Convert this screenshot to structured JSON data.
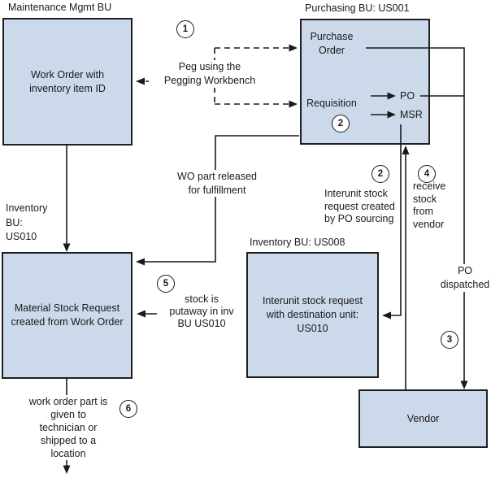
{
  "colors": {
    "background": "#ffffff",
    "box_fill": "#ccd9ea",
    "box_border": "#1f1f1f",
    "line": "#1a1a1a",
    "step_circle_fill": "#ffffff",
    "text": "#1a1a1a"
  },
  "labels": {
    "maintenance_bu": "Maintenance Mgmt BU",
    "purchasing_bu": "Purchasing BU: US001",
    "inventory_bu_us008": "Inventory BU: US008",
    "inventory_bu_us010": [
      "Inventory",
      "BU:",
      "US010"
    ]
  },
  "nodes": {
    "work_order": [
      "Work Order with",
      "inventory item ID"
    ],
    "material_stock_request": [
      "Material Stock Request",
      "created from Work Order"
    ],
    "interunit_stock_request": [
      "Interunit stock request",
      "with destination unit:",
      "US010"
    ],
    "vendor": "Vendor",
    "purchase_order": [
      "Purchase",
      "Order"
    ],
    "requisition": "Requisition",
    "po": "PO",
    "msr": "MSR"
  },
  "steps": {
    "step1": "1",
    "step2_requisition": "2",
    "step2_interunit": "2",
    "step3": "3",
    "step4": "4",
    "step5": "5",
    "step6": "6"
  },
  "annotations": {
    "peg": [
      "Peg using the",
      "Pegging Workbench"
    ],
    "wo_released": [
      "WO part released",
      "for fulfillment"
    ],
    "interunit_created": [
      "Interunit stock",
      "request created",
      "by PO sourcing"
    ],
    "receive_stock": [
      "receive",
      "stock",
      "from",
      "vendor"
    ],
    "po_dispatched": [
      "PO",
      "dispatched"
    ],
    "putaway": [
      "stock is",
      "putaway in inv",
      "BU US010"
    ],
    "work_order_part": [
      "work order part is",
      "given to",
      "technician or",
      "shipped to a",
      "location"
    ]
  }
}
